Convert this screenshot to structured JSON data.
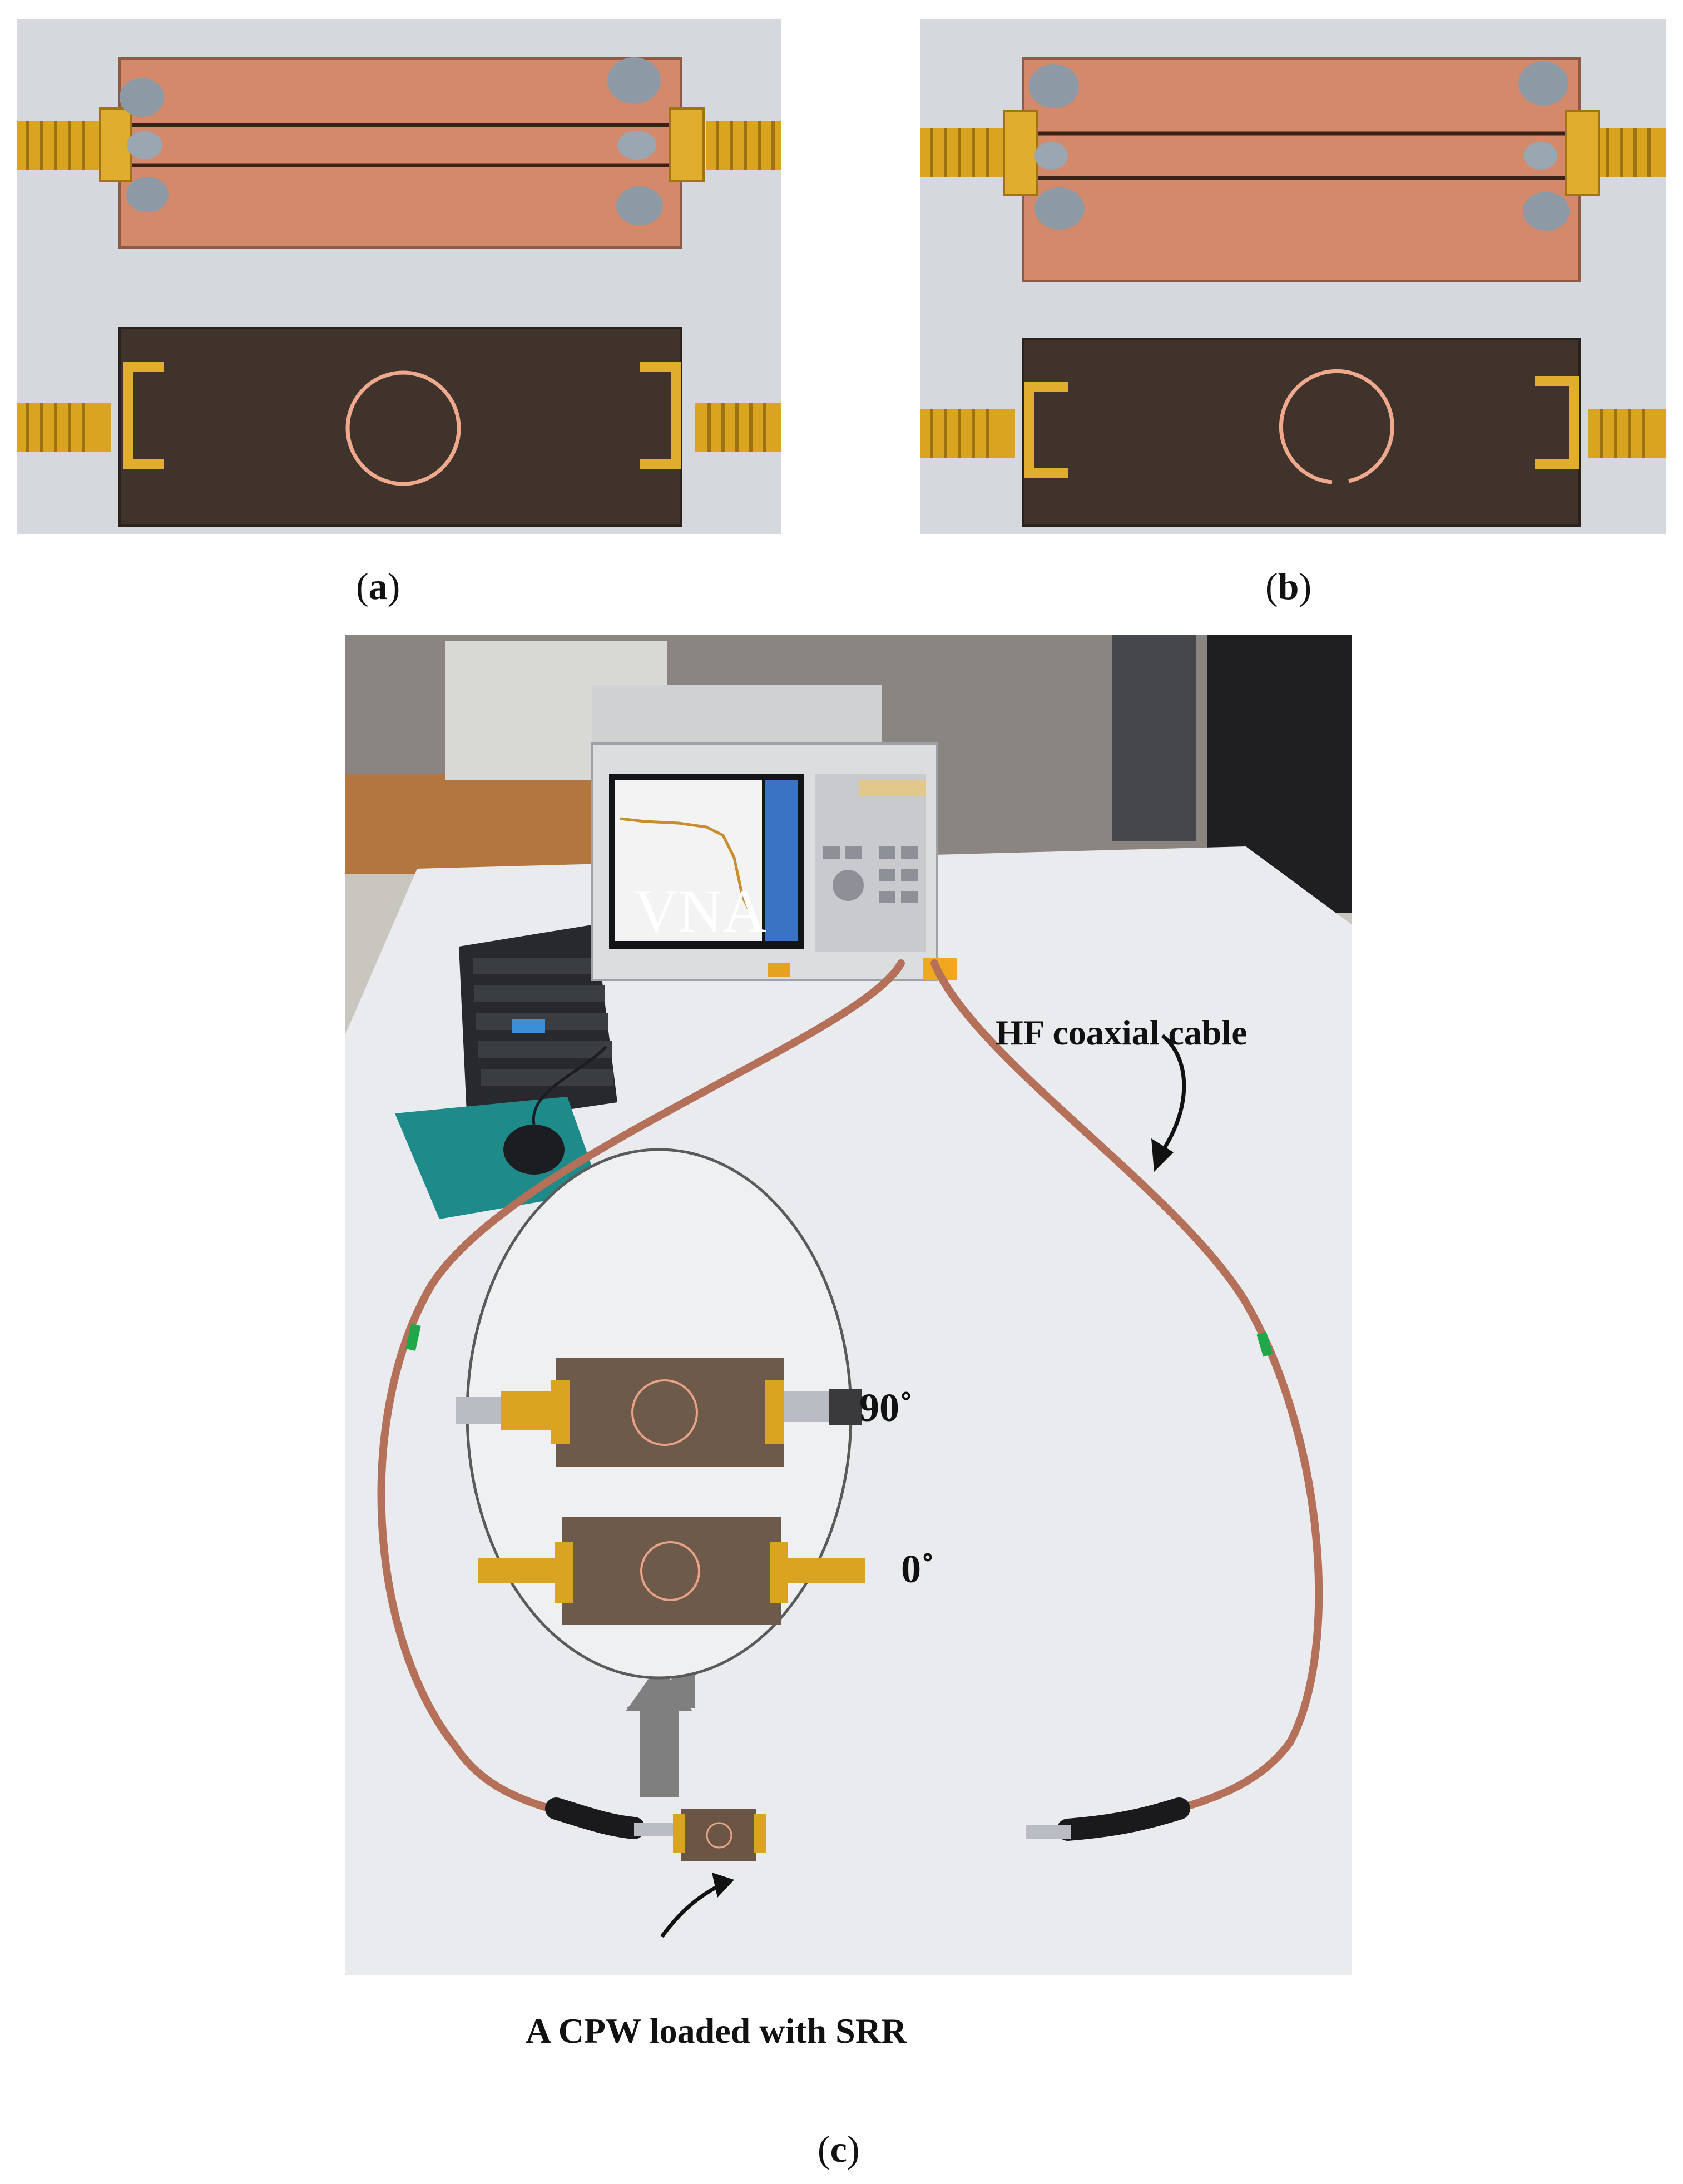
{
  "panels": {
    "a": {
      "label": "a"
    },
    "b": {
      "label": "b"
    },
    "c": {
      "label": "c"
    }
  },
  "annotations": {
    "vna": "VNA",
    "cable": "HF coaxial cable",
    "angle_90": "90˚",
    "angle_0": "0˚",
    "dut": "A CPW loaded with SRR"
  },
  "colors": {
    "copper": "#d4896a",
    "substrate": "#3f332c",
    "gold": "#d9a420",
    "cable": "#b5705a",
    "table": "#e9ebee"
  }
}
